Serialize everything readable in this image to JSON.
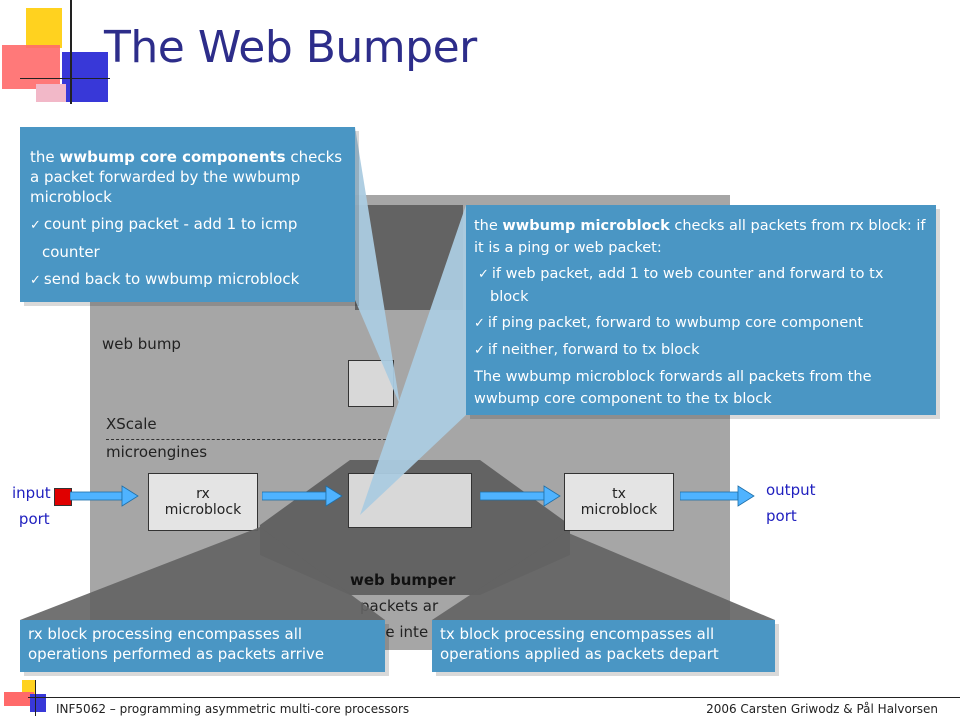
{
  "slide": {
    "title": "The Web Bumper"
  },
  "diagram": {
    "web_bumper_left": "web bump",
    "xscale": "XScale",
    "microengines": "microengines",
    "input_line1": "input",
    "input_line2": "port",
    "output_line1": "output",
    "output_line2": "port",
    "rx_line1": "rx",
    "rx_line2": "microblock",
    "tx_line1": "tx",
    "tx_line2": "microblock",
    "web_bumper_center": "web bumper",
    "center_line2": "packets ar",
    "center_line3": "the inte"
  },
  "callout_core": {
    "pre": "the ",
    "bold": "wwbump core components",
    "post": " checks a  packet forwarded by the wwbump microblock",
    "items": [
      "count ping packet - add 1 to icmp counter",
      "send back to wwbump microblock"
    ]
  },
  "callout_micro": {
    "pre": "the ",
    "bold": "wwbump microblock",
    "post": " checks all packets from rx block: if it is a ping or web packet:",
    "items": [
      "if web packet, add 1 to web counter and forward to tx block",
      "if ping packet, forward to wwbump core component",
      "if neither, forward to tx block"
    ],
    "closing": "The wwbump microblock forwards all packets from the wwbump core component to the tx block"
  },
  "callout_rx": {
    "text": "rx block processing encompasses all operations performed as packets arrive"
  },
  "callout_tx": {
    "text": "tx block processing encompasses all operations applied as packets depart"
  },
  "footer": {
    "left": "INF5062 – programming asymmetric multi-core processors",
    "right": "2006 Carsten Griwodz & Pål Halvorsen"
  },
  "colors": {
    "title": "#2d2d8a",
    "callout": "#4a96c4",
    "panel": "#a6a6a6",
    "inner_dark": "#636363",
    "port_red": "#e00000"
  }
}
